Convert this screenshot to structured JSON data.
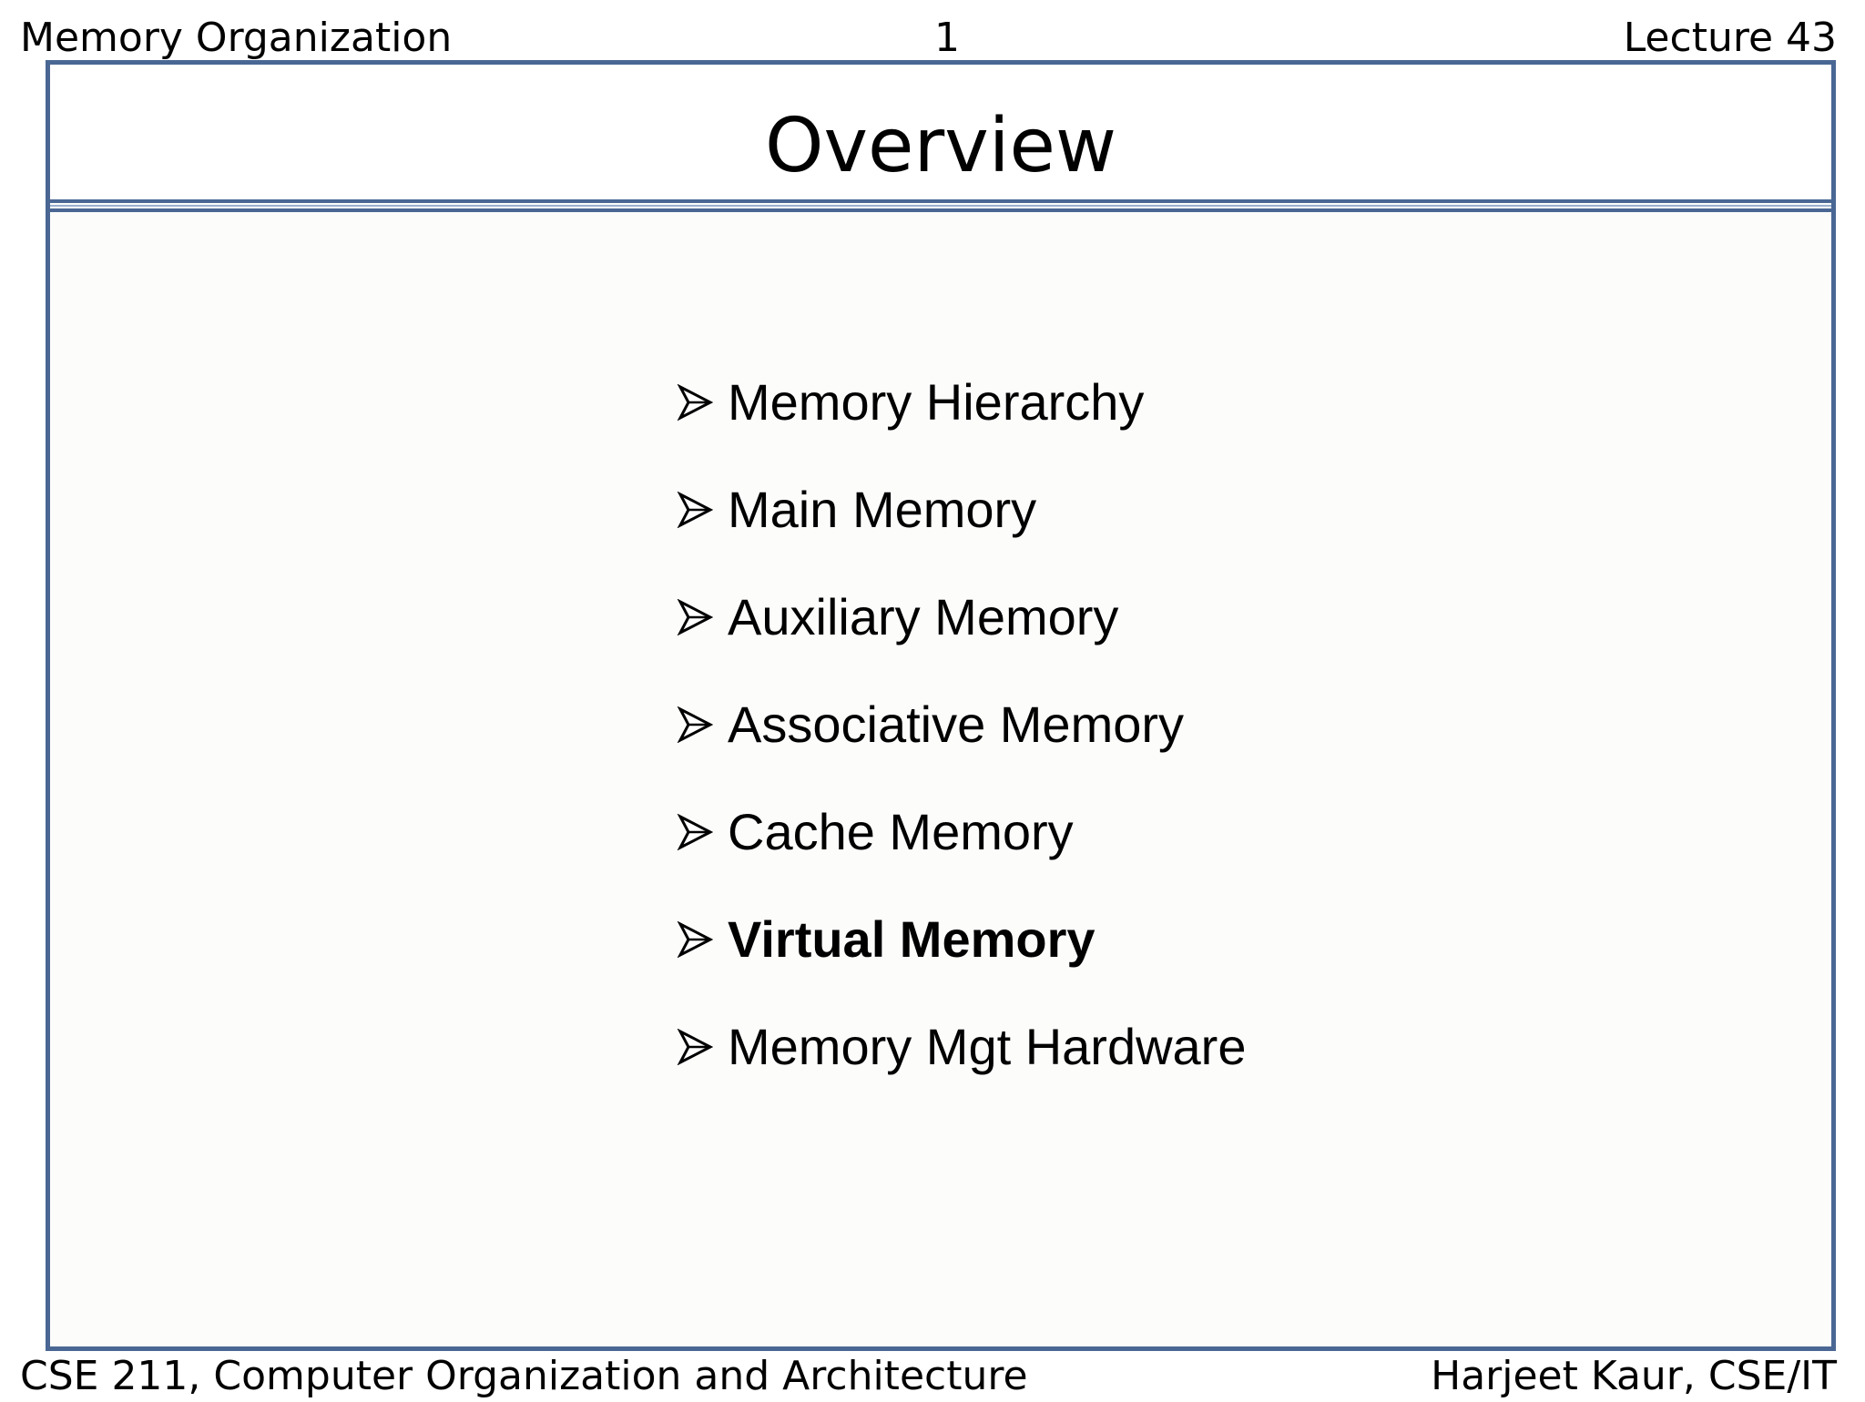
{
  "header": {
    "left": "Memory Organization",
    "page_number": "1",
    "right": "Lecture 43"
  },
  "slide": {
    "title": "Overview",
    "bullets": [
      {
        "label": "Memory Hierarchy",
        "bold": false
      },
      {
        "label": "Main Memory",
        "bold": false
      },
      {
        "label": "Auxiliary Memory",
        "bold": false
      },
      {
        "label": "Associative Memory",
        "bold": false
      },
      {
        "label": "Cache Memory",
        "bold": false
      },
      {
        "label": "Virtual Memory",
        "bold": true
      },
      {
        "label": "Memory Mgt Hardware",
        "bold": false
      }
    ],
    "bullet_icon": "arrow-bullet-icon"
  },
  "footer": {
    "left": "CSE 211, Computer Organization and Architecture",
    "right": "Harjeet Kaur, CSE/IT"
  },
  "colors": {
    "frame_border": "#4a6794",
    "content_background": "#fcfdfb"
  }
}
